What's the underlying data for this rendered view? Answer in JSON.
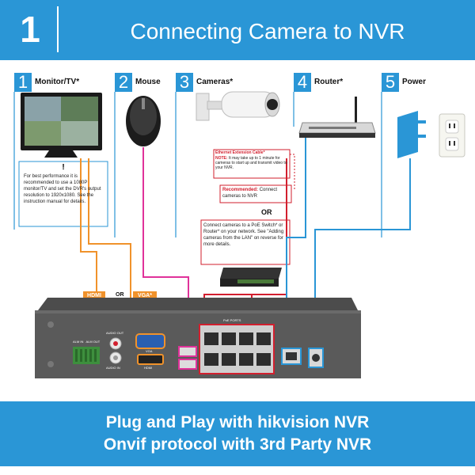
{
  "header": {
    "step_number": "1",
    "title": "Connecting Camera to NVR"
  },
  "steps": [
    {
      "number": "1",
      "label": "Monitor/TV*"
    },
    {
      "number": "2",
      "label": "Mouse"
    },
    {
      "number": "3",
      "label": "Cameras*"
    },
    {
      "number": "4",
      "label": "Router*"
    },
    {
      "number": "5",
      "label": "Power"
    }
  ],
  "monitor_note": {
    "icon": "!",
    "text": "For best performance it is recommended to use a 1080P monitor/TV and set the DVR's output resolution to 1920x1080. See the instruction manual for details."
  },
  "camera_notes": {
    "ext_title": "Ethernet Extension Cable*",
    "ext_note_label": "NOTE:",
    "ext_note_text": "It may take up to 1 minute for cameras to start up and transmit video to your NVR.",
    "recommended_label": "Recommended:",
    "recommended_text": "Connect cameras to NVR",
    "or_text": "OR",
    "poe_text": "Connect cameras to a PoE Switch* or Router* on your network. See \"Adding cameras from the LAN\" on reverse for more details."
  },
  "nvr": {
    "hdmi_label": "HDMI",
    "or_label": "OR",
    "vga_label": "VGA*",
    "poe_ports_label": "PoE PORTS",
    "audio_out_label": "AUDIO OUT",
    "audio_in_label": "AUDIO IN",
    "alarm_label": "ALM IN   ALM OUT",
    "vga_port_label": "VGA",
    "hdmi_port_label": "HDMI"
  },
  "bottom": {
    "line1": "Plug and Play with hikvision NVR",
    "line2": "Onvif protocol with 3rd Party NVR"
  },
  "colors": {
    "accent": "#2a96d6",
    "hdmi_cable": "#f0922b",
    "vga_cable": "#f0922b",
    "mouse_cable": "#e0329a",
    "camera_cable": "#d21f2e",
    "router_cable": "#2a96d6",
    "power_cable": "#2a96d6"
  }
}
